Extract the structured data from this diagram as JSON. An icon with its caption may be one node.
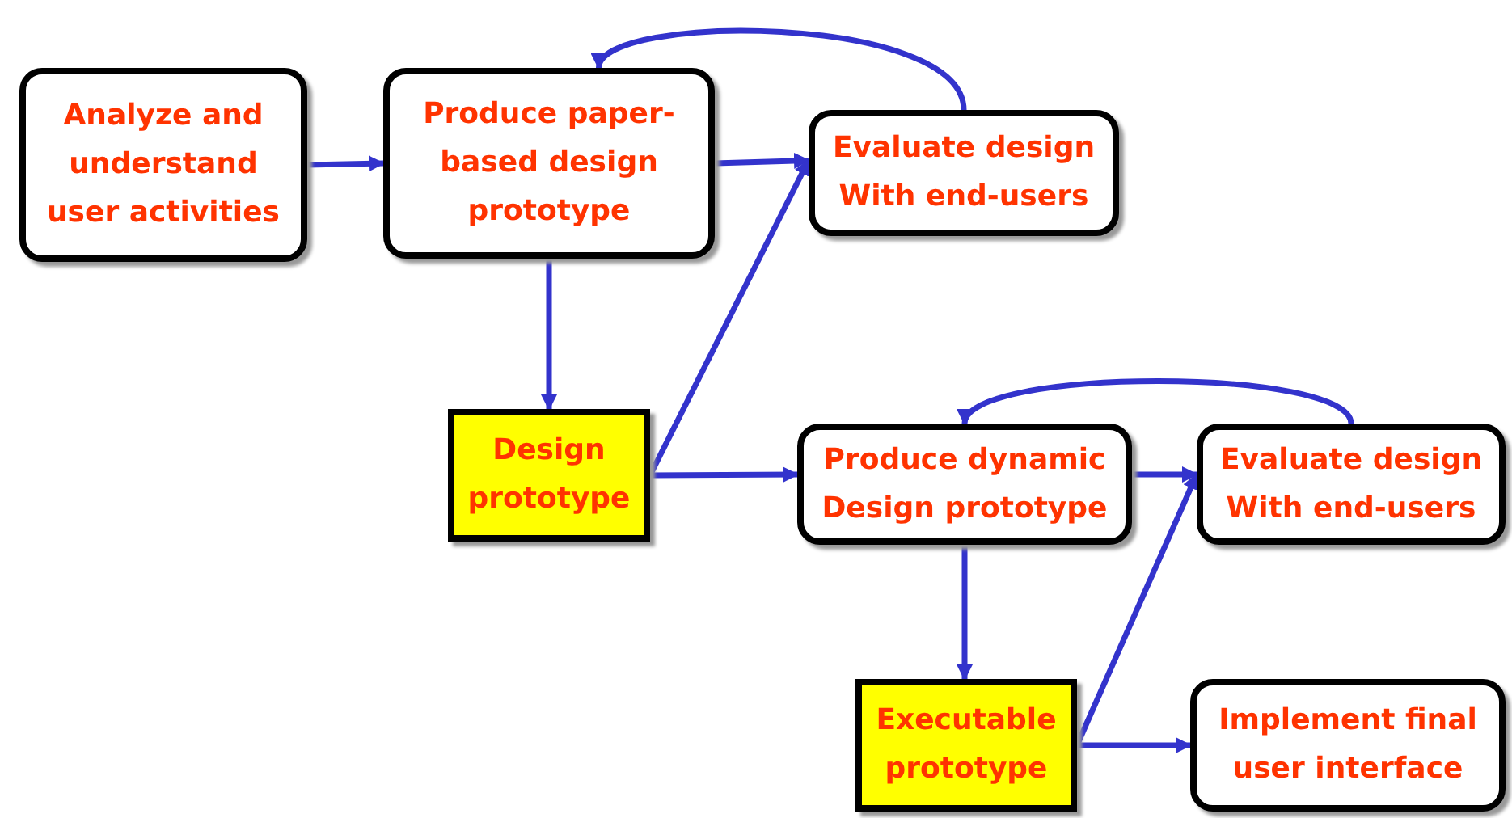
{
  "diagram": {
    "nodes": [
      {
        "text": [
          "Analyze and understand user activities"
        ]
      },
      {
        "text": [
          "Produce paper-based design prototype"
        ]
      },
      {
        "text": [
          "Evaluate design With end-users"
        ]
      },
      {
        "text": [
          "Design prototype"
        ]
      },
      {
        "text": [
          "Produce dynamic Design prototype"
        ]
      },
      {
        "text": [
          "Evaluate design With end-users"
        ]
      },
      {
        "text": [
          "Executable prototype"
        ]
      },
      {
        "text": [
          "Implement final user interface"
        ]
      }
    ],
    "edges": [
      {
        "from": 0,
        "to": 1,
        "arrow": "to"
      },
      {
        "from": 1,
        "to": 2,
        "arrow": "to"
      },
      {
        "from": 2,
        "to": 1,
        "arrow": "to"
      },
      {
        "from": 1,
        "to": 3,
        "arrow": "to"
      },
      {
        "from": 3,
        "to": 2,
        "arrow": "to"
      },
      {
        "from": 3,
        "to": 4,
        "arrow": "to"
      },
      {
        "from": 4,
        "to": 5,
        "arrow": "to"
      },
      {
        "from": 5,
        "to": 4,
        "arrow": "to"
      },
      {
        "from": 4,
        "to": 6,
        "arrow": "to"
      },
      {
        "from": 6,
        "to": 5,
        "arrow": "to"
      },
      {
        "from": 6,
        "to": 7,
        "arrow": "to"
      }
    ]
  }
}
